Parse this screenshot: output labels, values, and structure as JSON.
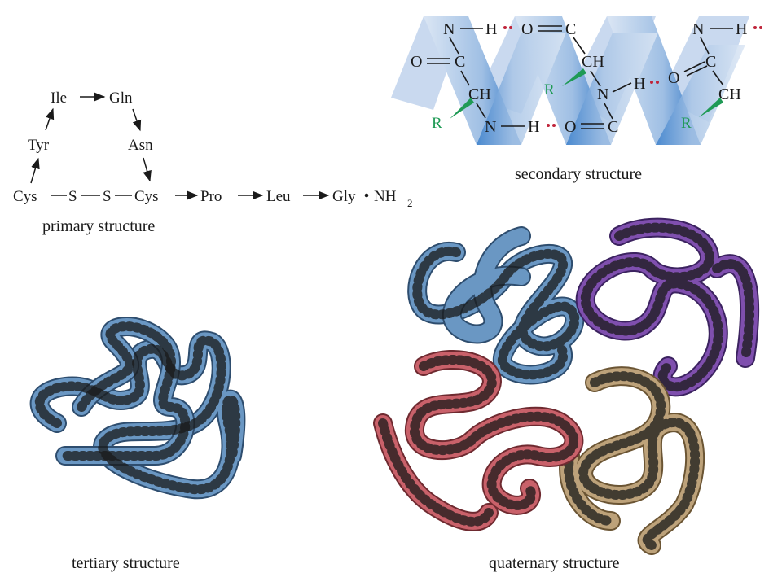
{
  "colors": {
    "ribbon_light": "#c9d9ef",
    "ribbon_dark": "#2f76c6",
    "r_group": "#1f9a55",
    "hbond_dots": "#c0243a",
    "chain_blue": "#6a97c3",
    "chain_purple": "#7f4fae",
    "chain_red": "#c9616a",
    "chain_tan": "#bda27a"
  },
  "primary": {
    "caption": "primary structure",
    "residues": {
      "ile": "Ile",
      "gln": "Gln",
      "tyr": "Tyr",
      "asn": "Asn",
      "cys1": "Cys",
      "s1": "S",
      "s2": "S",
      "cys2": "Cys",
      "pro": "Pro",
      "leu": "Leu",
      "gly": "Gly",
      "nh": "NH",
      "sub": "2"
    }
  },
  "secondary": {
    "caption": "secondary structure",
    "atoms": {
      "n": "N",
      "h": "H",
      "o": "O",
      "c": "C",
      "ch": "CH",
      "r": "R"
    }
  },
  "tertiary": {
    "caption": "tertiary structure"
  },
  "quaternary": {
    "caption": "quaternary structure"
  }
}
